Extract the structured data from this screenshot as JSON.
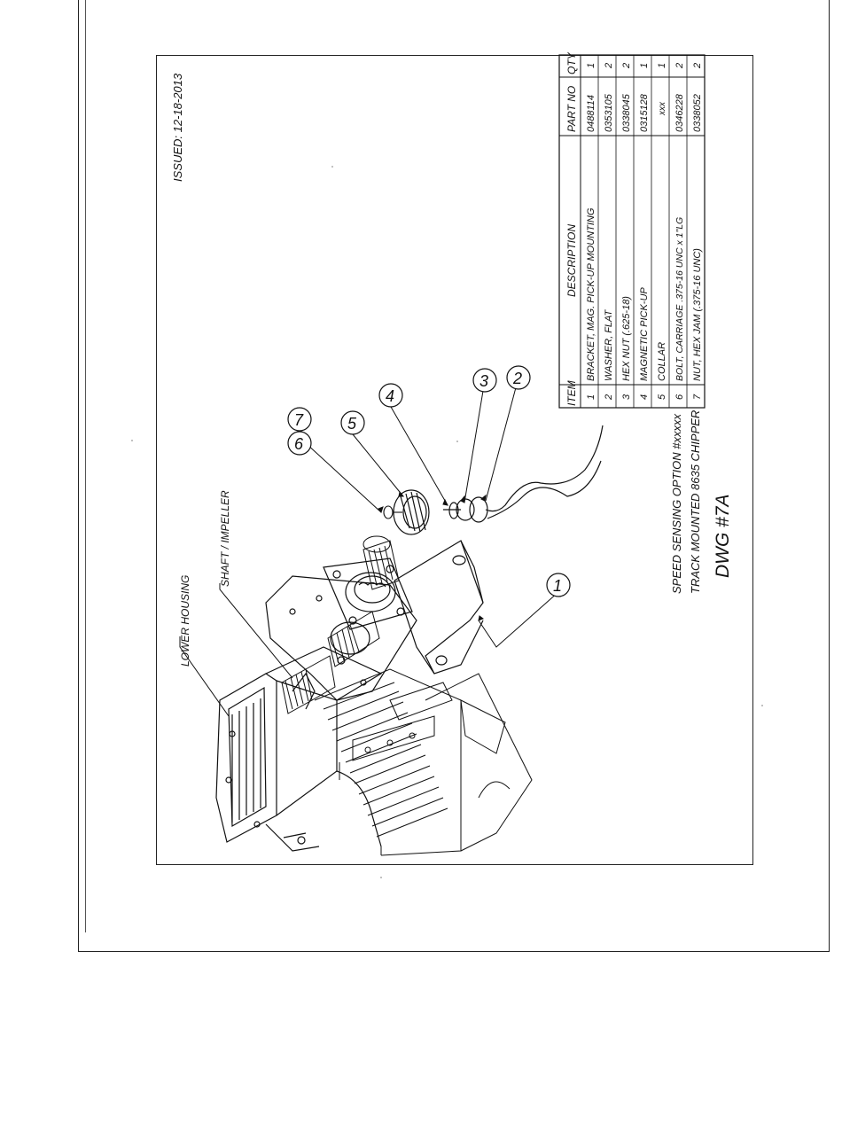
{
  "sheet": {
    "issued": "ISSUED: 12-18-2013",
    "title_line1": "SPEED SENSING OPTION #xxxxx",
    "title_line2": "TRACK MOUNTED 8635 CHIPPER",
    "drawing_no": "DWG #7A"
  },
  "labels": {
    "lower_housing": "LOWER HOUSING",
    "shaft_impeller": "SHAFT / IMPELLER"
  },
  "callouts": [
    "1",
    "2",
    "3",
    "4",
    "5",
    "6",
    "7"
  ],
  "parts_table": {
    "headers": [
      "ITEM",
      "DESCRIPTION",
      "PART NO",
      "QTY"
    ],
    "rows": [
      {
        "item": "1",
        "description": "BRACKET, MAG. PICK-UP MOUNTING",
        "part_no": "0488114",
        "qty": "1"
      },
      {
        "item": "2",
        "description": "WASHER, FLAT",
        "part_no": "0353105",
        "qty": "2"
      },
      {
        "item": "3",
        "description": "HEX NUT  (.625-18)",
        "part_no": "0338045",
        "qty": "2"
      },
      {
        "item": "4",
        "description": "MAGNETIC PICK-UP",
        "part_no": "0315128",
        "qty": "1"
      },
      {
        "item": "5",
        "description": "COLLAR",
        "part_no": "xxx",
        "qty": "1"
      },
      {
        "item": "6",
        "description": "BOLT, CARRIAGE .375-16 UNC x 1\"LG",
        "part_no": "0346228",
        "qty": "2"
      },
      {
        "item": "7",
        "description": "NUT, HEX JAM  (.375-16 UNC)",
        "part_no": "0338052",
        "qty": "2"
      }
    ]
  }
}
